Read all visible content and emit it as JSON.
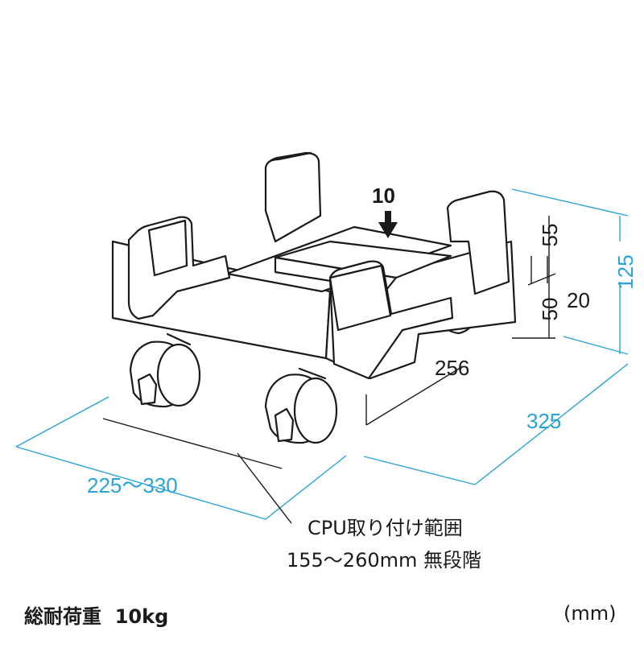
{
  "dimensions": {
    "width_range": "225〜330",
    "depth": "325",
    "height": "125",
    "inner_width": "256",
    "thickness": "10",
    "upper_height": "55",
    "lower_height": "50",
    "gap": "20"
  },
  "callout": {
    "line1": "CPU取り付け範囲",
    "line2": "155〜260mm 無段階"
  },
  "footer": {
    "load": "総耐荷重  10kg",
    "unit": "(mm)"
  },
  "colors": {
    "dimension": "#2aa3d8",
    "outline": "#1a1a1a"
  }
}
